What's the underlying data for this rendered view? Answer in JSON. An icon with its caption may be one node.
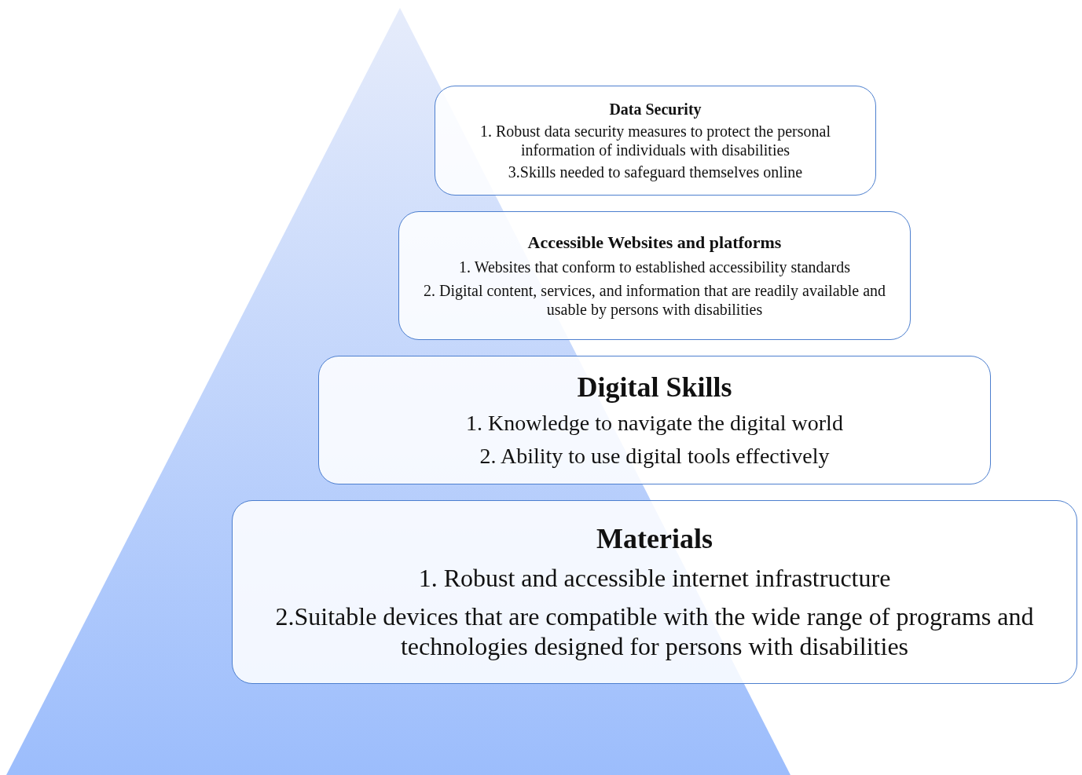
{
  "diagram": {
    "nodes": [
      {
        "text": [
          "Data Security",
          "1. Robust data security measures to protect the personal information of individuals with disabilities",
          "3.Skills needed to safeguard themselves online"
        ]
      },
      {
        "text": [
          "Accessible Websites and platforms",
          "1. Websites that conform to established accessibility standards",
          "2. Digital content, services, and information that are readily available and usable by persons with disabilities"
        ]
      },
      {
        "text": [
          "Digital Skills",
          "1. Knowledge to navigate the digital world",
          "2. Ability to use digital tools effectively"
        ]
      },
      {
        "text": [
          "Materials",
          "1. Robust and accessible internet infrastructure",
          "2.Suitable devices that are compatible with the wide range of programs and technologies designed for persons with disabilities"
        ]
      }
    ],
    "edges": []
  }
}
